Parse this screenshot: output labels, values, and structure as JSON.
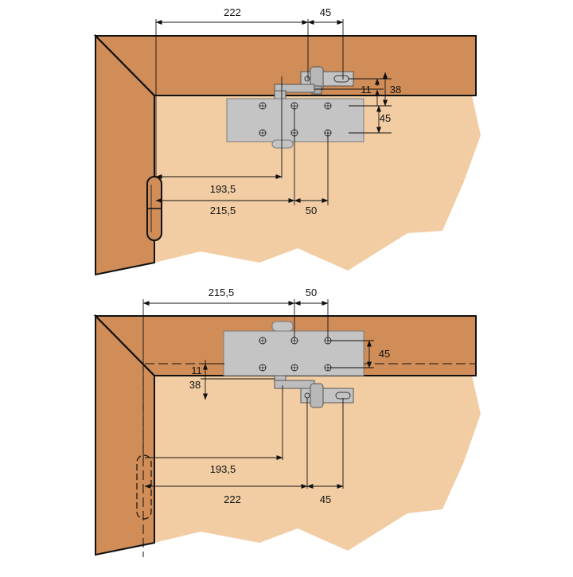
{
  "colors": {
    "frame": "#d08d58",
    "door": "#f2cda4",
    "plate": "#c4c4c4",
    "plate_edge": "#7a7a7a",
    "line": "#111111"
  },
  "top_view": {
    "dims": {
      "d222": "222",
      "d45_top": "45",
      "d11": "11",
      "d38": "38",
      "d45_side": "45",
      "d193": "193,5",
      "d215": "215,5",
      "d50": "50"
    }
  },
  "bottom_view": {
    "dims": {
      "d215": "215,5",
      "d50": "50",
      "d45_side": "45",
      "d11": "11",
      "d38": "38",
      "d193": "193,5",
      "d222": "222",
      "d45_bottom": "45"
    }
  }
}
